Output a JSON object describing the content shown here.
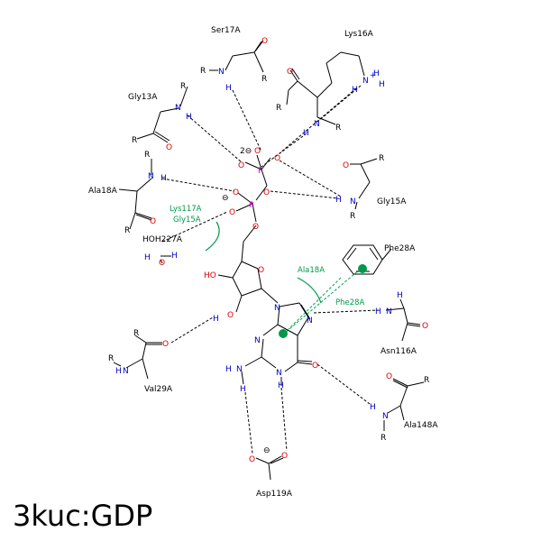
{
  "title": "3kuc:GDP",
  "residues": {
    "ser17a": "Ser17A",
    "lys16a": "Lys16A",
    "gly13a": "Gly13A",
    "ala18a": "Ala18A",
    "gly15a": "Gly15A",
    "hoh227a": "HOH227A",
    "phe28a": "Phe28A",
    "asn116a": "Asn116A",
    "val29a": "Val29A",
    "ala148a": "Ala148A",
    "asp119a": "Asp119A"
  },
  "ligand_contacts": {
    "lys117a": "Lys117A",
    "gly15a": "Gly15A",
    "ala18a": "Ala18A",
    "phe28a": "Phe28A"
  },
  "atoms": {
    "R": "R",
    "N": "N",
    "H": "H",
    "O": "O",
    "P": "P",
    "HO": "HO",
    "charge_2minus": "2⊖",
    "charge_minus": "⊖",
    "charge_plus": "+"
  },
  "colors": {
    "nitrogen": "#0000cc",
    "oxygen": "#dd0000",
    "phosphorus": "#cc00cc",
    "contact": "#00994c"
  }
}
